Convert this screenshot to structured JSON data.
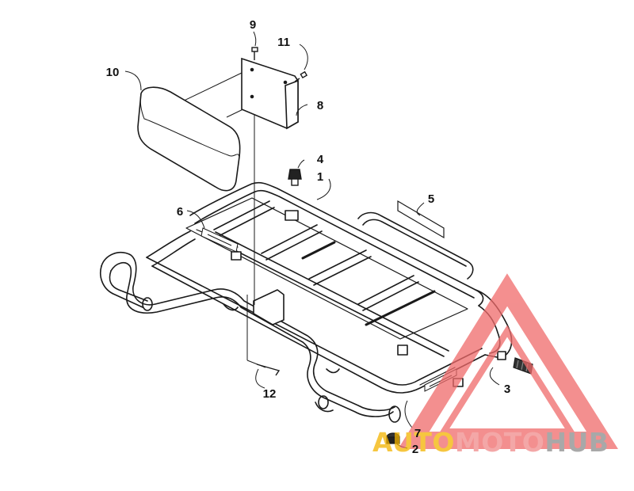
{
  "callouts": [
    {
      "id": "1",
      "label": "1"
    },
    {
      "id": "2",
      "label": "2"
    },
    {
      "id": "3",
      "label": "3"
    },
    {
      "id": "4",
      "label": "4"
    },
    {
      "id": "5",
      "label": "5"
    },
    {
      "id": "6",
      "label": "6"
    },
    {
      "id": "7",
      "label": "7"
    },
    {
      "id": "8",
      "label": "8"
    },
    {
      "id": "9",
      "label": "9"
    },
    {
      "id": "10",
      "label": "10"
    },
    {
      "id": "11",
      "label": "11"
    },
    {
      "id": "12",
      "label": "12"
    }
  ],
  "watermark": {
    "part1": "AUTO",
    "part2": "MOTO",
    "part3": "HUB",
    "colors": {
      "part1": "#f4b400",
      "part2": "#f08a8a",
      "part3": "#8c8c8c",
      "triangle": "#f06a6a"
    }
  }
}
